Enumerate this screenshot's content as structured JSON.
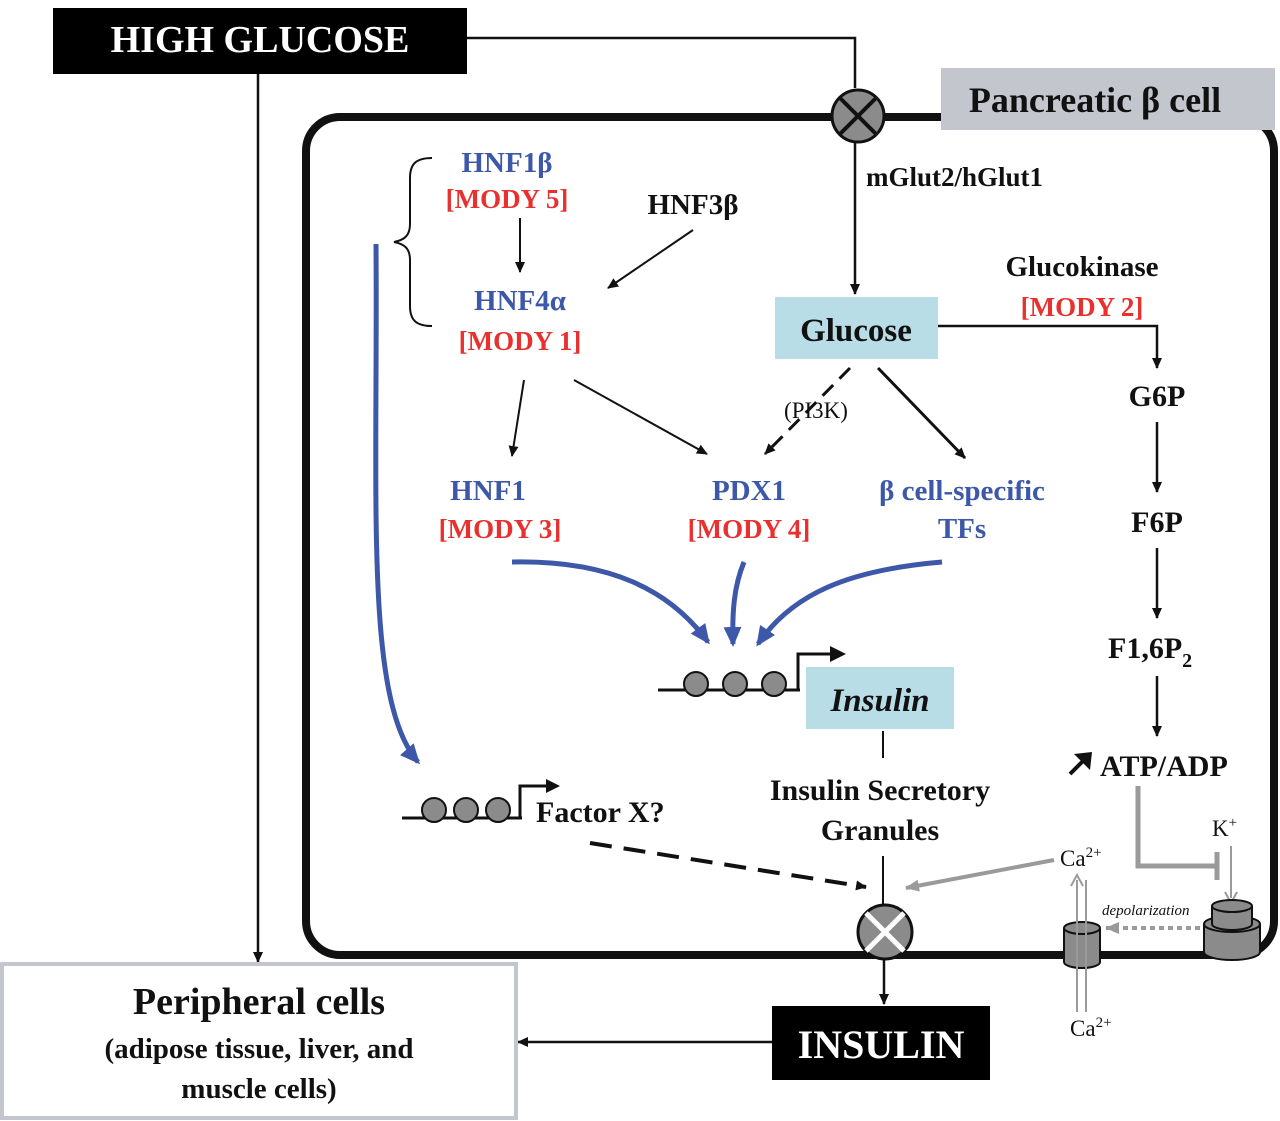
{
  "colors": {
    "blue": "#3d58a8",
    "red": "#e8302e",
    "black": "#111111",
    "gray": "#9a9a9a",
    "highlight_box": "#b8dde7",
    "cell_label_box": "#c3c6cc",
    "circle_fill": "#8b8b8b"
  },
  "labels": {
    "high_glucose": "HIGH GLUCOSE",
    "pancreatic_cell": "Pancreatic β cell",
    "transporter": "mGlut2/hGlut1",
    "hnf1b": "HNF1β",
    "mody5": "[MODY 5]",
    "hnf3b": "HNF3β",
    "hnf4a": "HNF4α",
    "mody1": "[MODY 1]",
    "glucose": "Glucose",
    "glucokinase": "Glucokinase",
    "mody2": "[MODY 2]",
    "pi3k": "(PI3K)",
    "hnf1": "HNF1",
    "mody3": "[MODY 3]",
    "pdx1": "PDX1",
    "mody4": "[MODY 4]",
    "bcell_tfs_line1": "β cell-specific",
    "bcell_tfs_line2": "TFs",
    "g6p": "G6P",
    "f6p": "F6P",
    "f16p2_main": "F1,6P",
    "f16p2_sub": "2",
    "atp_adp": "ATP/ADP",
    "insulin_gene": "Insulin",
    "factor_x": "Factor X?",
    "granules_line1": "Insulin Secretory",
    "granules_line2": "Granules",
    "ca_top": "Ca",
    "ca_top_sup": "2+",
    "k_plus": "K",
    "k_plus_sup": "+",
    "depolarization": "depolarization",
    "ca_bottom": "Ca",
    "ca_bottom_sup": "2+",
    "insulin_out": "INSULIN",
    "peripheral_title": "Peripheral cells",
    "peripheral_line2": "(adipose tissue, liver, and",
    "peripheral_line3": "muscle cells)"
  }
}
